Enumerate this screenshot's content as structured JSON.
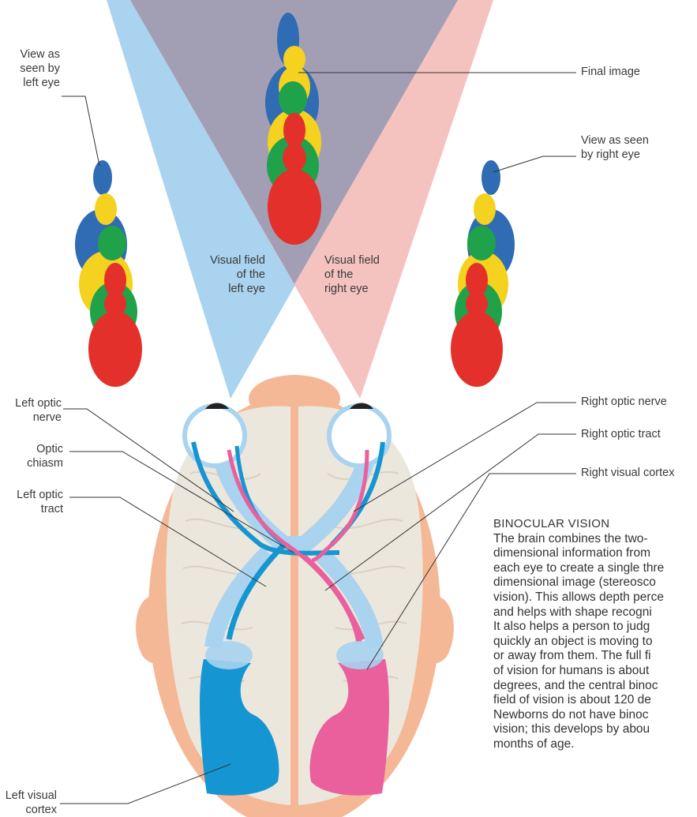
{
  "labels": {
    "left_eye_view": [
      "View as",
      "seen by",
      "left eye"
    ],
    "final_image": [
      "Final image"
    ],
    "right_eye_view": [
      "View as seen",
      "by right eye"
    ],
    "visual_field_left": [
      "Visual field",
      "of the",
      "left eye"
    ],
    "visual_field_right": [
      "Visual field",
      "of the",
      "right eye"
    ],
    "left_optic_nerve": [
      "Left optic",
      "nerve"
    ],
    "optic_chiasm": [
      "Optic",
      "chiasm"
    ],
    "left_optic_tract": [
      "Left optic",
      "tract"
    ],
    "left_visual_cortex": [
      "Left visual",
      "cortex"
    ],
    "right_optic_nerve": [
      "Right optic nerve"
    ],
    "right_optic_tract": [
      "Right optic tract"
    ],
    "right_visual_cortex": [
      "Right visual cortex"
    ]
  },
  "binocular": {
    "title": "BINOCULAR VISION",
    "lines": [
      "The brain combines the two-",
      "dimensional information from",
      "each eye to create a single thre",
      "dimensional image (stereosco",
      "vision). This allows depth perce",
      "and helps with shape recogni",
      "It also helps a person to judg",
      "quickly an object is moving to",
      "or away from them. The full fi",
      "of vision for humans is about",
      "degrees, and the central binoc",
      "field of vision is about 120 de",
      "Newborns do not have binoc",
      "vision; this develops by abou",
      "months of age."
    ]
  },
  "colors": {
    "left_field": "#a9d3ef",
    "right_field": "#f4c3bf",
    "overlap": "#a29fb5",
    "head_skin": "#f5b896",
    "brain": "#ece7dc",
    "blue_pathway": "#1596d3",
    "pink_pathway": "#e9609c",
    "pin_blue": "#2f6cb4",
    "pin_yellow": "#f4d21f",
    "pin_green": "#1fa24a",
    "pin_red": "#e3302b"
  }
}
